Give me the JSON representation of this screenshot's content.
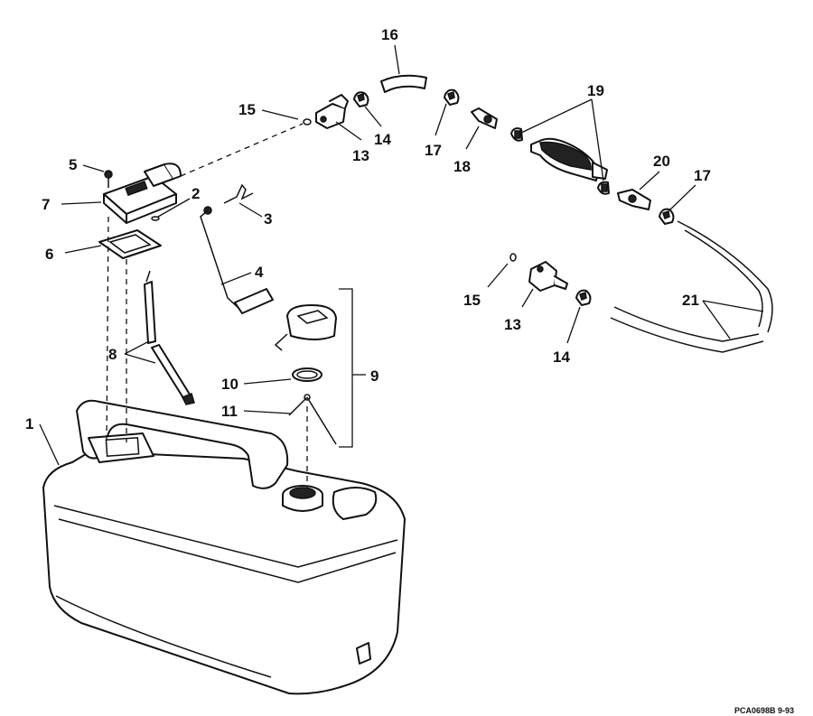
{
  "diagram": {
    "callouts": [
      "1",
      "2",
      "3",
      "4",
      "5",
      "6",
      "7",
      "8",
      "9",
      "10",
      "11",
      "13",
      "14",
      "15",
      "16",
      "17",
      "18",
      "19",
      "20",
      "21"
    ],
    "callouts_lower": [
      "15",
      "13",
      "14",
      "17"
    ],
    "drawing_code": "PCA0698B  9-93"
  }
}
